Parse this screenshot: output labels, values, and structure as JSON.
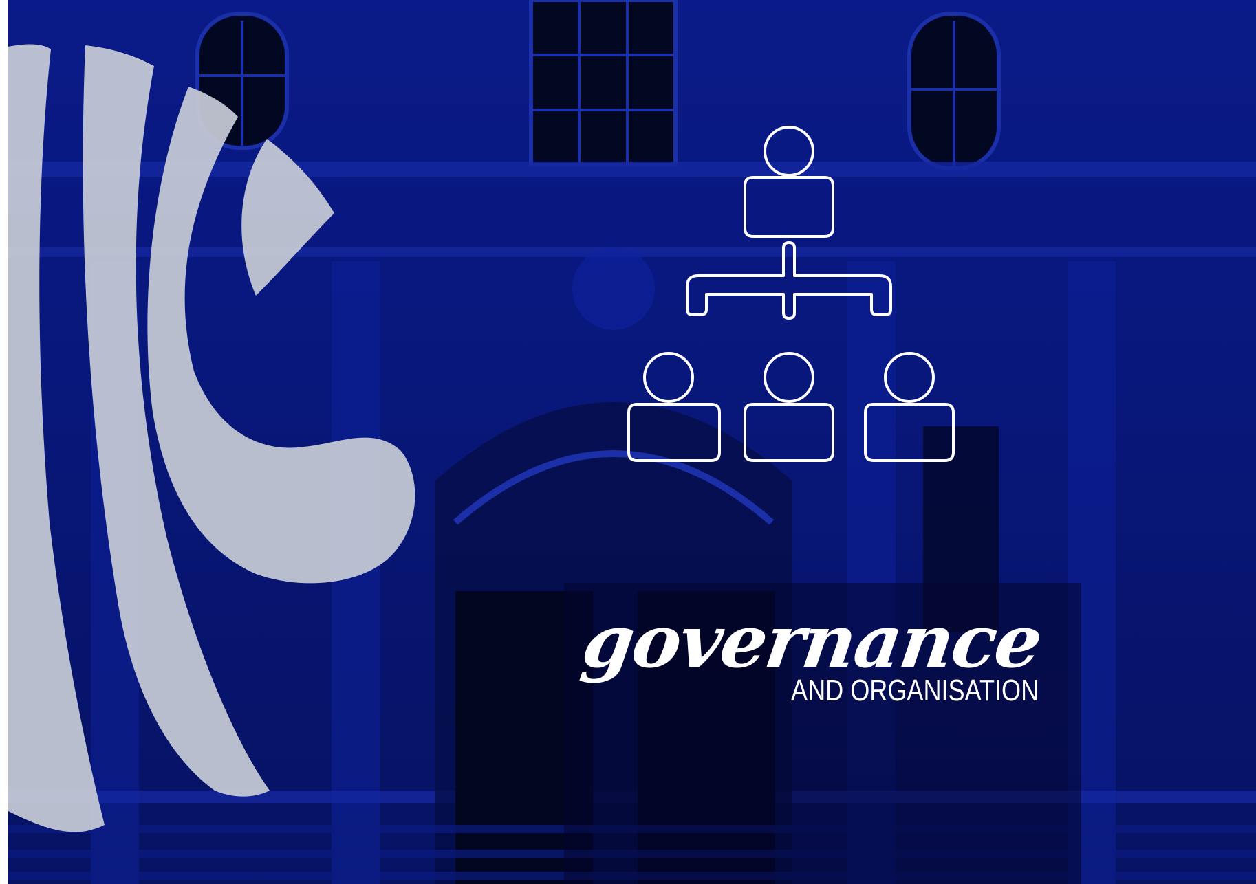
{
  "cover": {
    "title": "governance",
    "subtitle": "AND ORGANISATION"
  },
  "icons": {
    "org_chart": "org-chart-icon",
    "logo": "logo-arcs"
  },
  "colors": {
    "background_blue": "#0a1a88",
    "logo_grey": "#c7cbd6",
    "text": "#ffffff"
  }
}
